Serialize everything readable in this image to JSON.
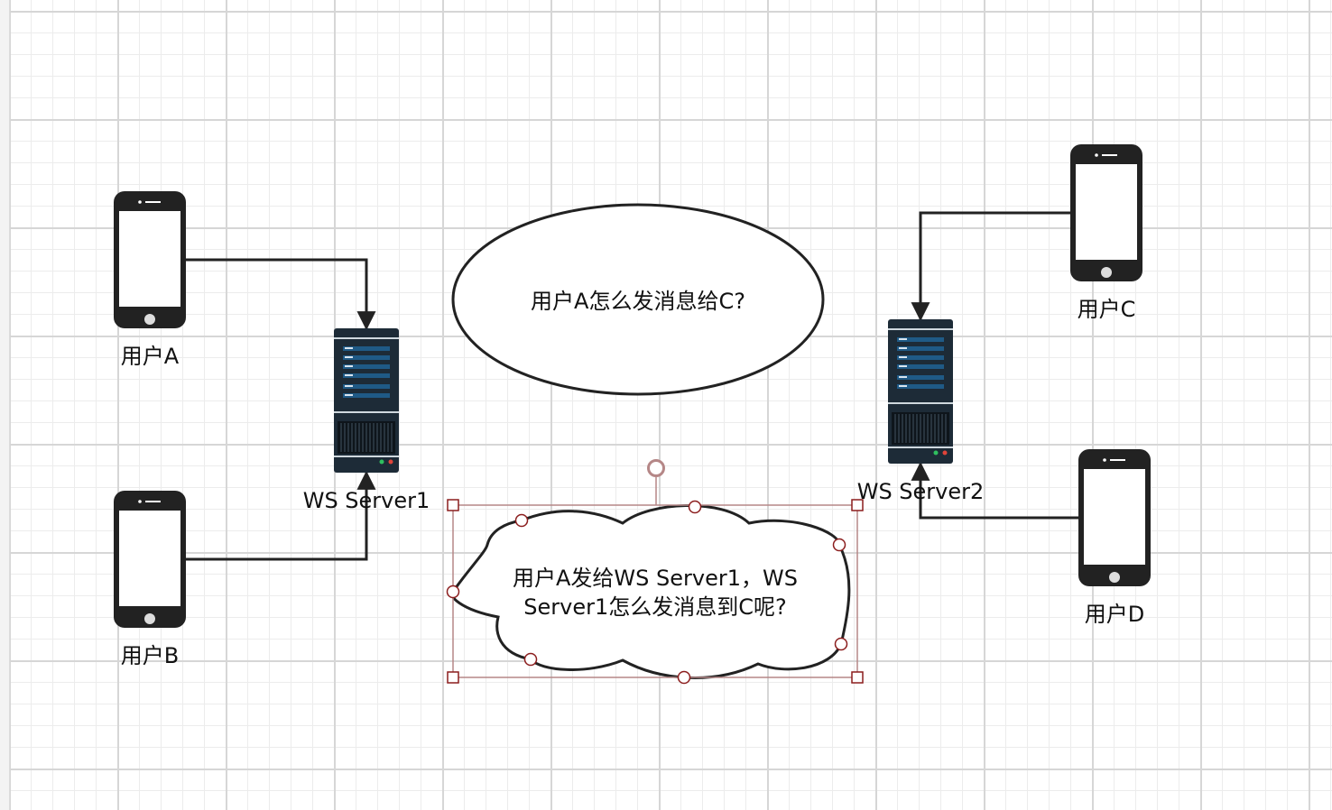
{
  "users": {
    "a": "用户A",
    "b": "用户B",
    "c": "用户C",
    "d": "用户D"
  },
  "servers": {
    "server1": "WS Server1",
    "server2": "WS Server2"
  },
  "question_ellipse": "用户A怎么发消息给C?",
  "cloud_note": {
    "line1": "用户A发给WS Server1，WS",
    "line2": "Server1怎么发消息到C呢?"
  },
  "colors": {
    "server_body": "#1d2b37",
    "server_panel": "#1f4d73",
    "phone_body": "#222222",
    "connector": "#222222",
    "selection": "#b58787",
    "handle_stroke": "#8b1d1d"
  },
  "icons": [
    "phone-icon",
    "server-icon"
  ]
}
